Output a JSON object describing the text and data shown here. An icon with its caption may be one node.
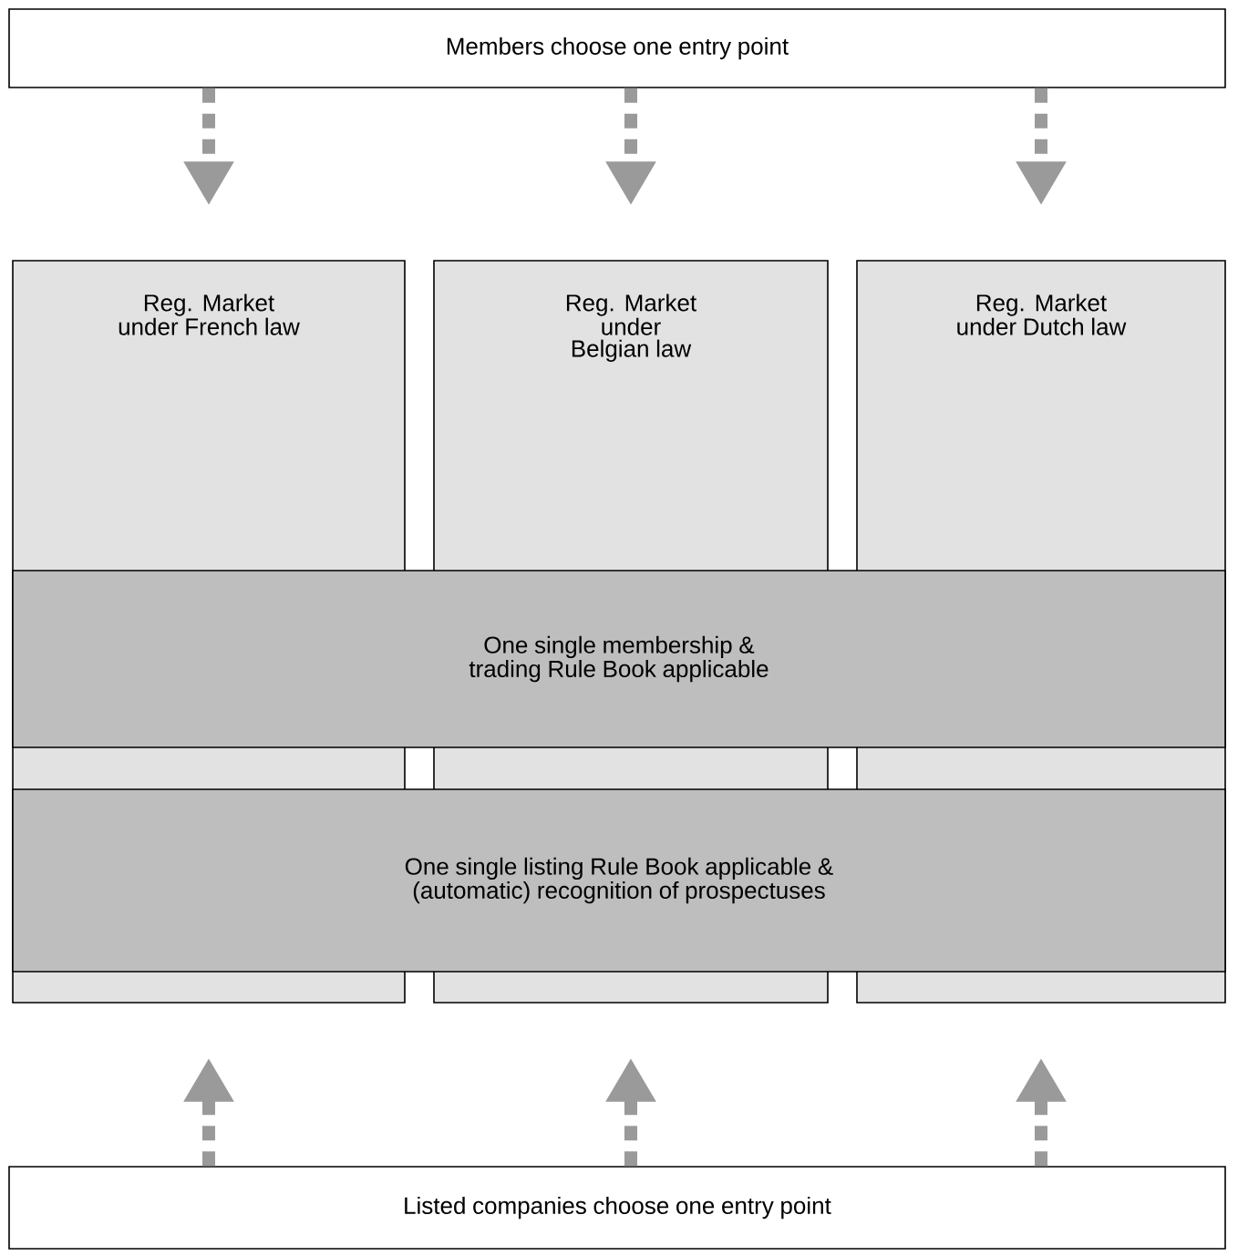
{
  "diagram": {
    "nodes": [
      {
        "text": [
          "Members choose one entry point"
        ]
      },
      {
        "text": [
          "Reg. Market under French law"
        ]
      },
      {
        "text": [
          "Reg. Market under Belgian law"
        ]
      },
      {
        "text": [
          "Reg. Market under Dutch law"
        ]
      },
      {
        "text": [
          "One single membership & trading Rule Book applicable"
        ]
      },
      {
        "text": [
          "One single listing Rule Book applicable & (automatic) recognition of prospectuses"
        ]
      },
      {
        "text": [
          "Listed companies choose one entry point"
        ]
      }
    ],
    "edges": [
      {
        "from": 0,
        "to": 1,
        "arrow": "to",
        "style": "dashed"
      },
      {
        "from": 0,
        "to": 2,
        "arrow": "to",
        "style": "dashed"
      },
      {
        "from": 0,
        "to": 3,
        "arrow": "to",
        "style": "dashed"
      },
      {
        "from": 6,
        "to": 1,
        "arrow": "to",
        "style": "dashed"
      },
      {
        "from": 6,
        "to": 2,
        "arrow": "to",
        "style": "dashed"
      },
      {
        "from": 6,
        "to": 3,
        "arrow": "to",
        "style": "dashed"
      }
    ]
  }
}
